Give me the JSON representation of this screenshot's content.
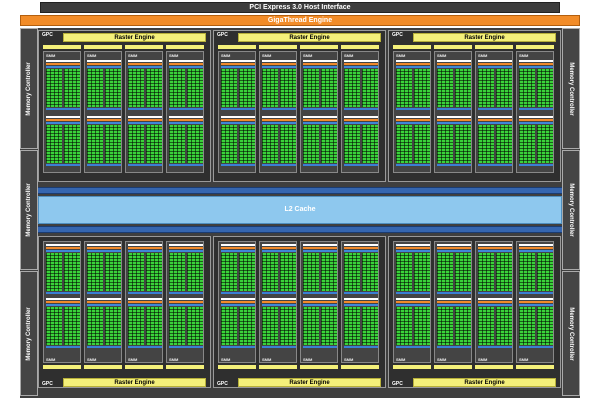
{
  "host_interface": "PCI Express 3.0 Host Interface",
  "gigathread_engine": "GigaThread Engine",
  "l2_cache": "L2 Cache",
  "memory_controller_label": "Memory Controller",
  "gpc_label": "GPC",
  "raster_engine_label": "Raster Engine",
  "smm_label": "SMM",
  "colors": {
    "background": "#ffffff",
    "chip": "#3f3f3f",
    "host_bar": "#3d3d3d",
    "gigathread": "#f28c28",
    "raster_engine": "#f4f07a",
    "cores": "#3ad23a",
    "l2_cache": "#8ec8ee",
    "interconnect": "#3566b0"
  },
  "layout": {
    "memory_controllers_per_side": 3,
    "gpc_rows": 2,
    "gpcs_per_row": 3,
    "smms_per_gpc": 4
  }
}
